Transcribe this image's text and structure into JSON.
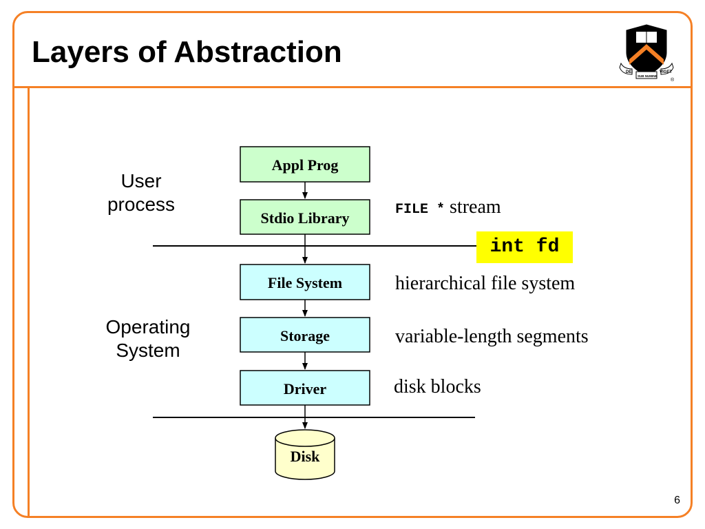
{
  "slide": {
    "title": "Layers of Abstraction",
    "page_number": "6"
  },
  "regions": {
    "user_process": "User\nprocess",
    "operating_system": "Operating\nSystem"
  },
  "layers": [
    {
      "id": "appl-prog",
      "label": "Appl Prog",
      "fill": "#CCFFCC"
    },
    {
      "id": "stdio-library",
      "label": "Stdio Library",
      "fill": "#CCFFCC"
    },
    {
      "id": "file-system",
      "label": "File System",
      "fill": "#CCFFFF"
    },
    {
      "id": "storage",
      "label": "Storage",
      "fill": "#CCFFFF"
    },
    {
      "id": "driver",
      "label": "Driver",
      "fill": "#CCFFFF"
    }
  ],
  "disk": {
    "label": "Disk",
    "fill": "#FFFFCC"
  },
  "annotations": {
    "stream_code": "FILE *",
    "stream_text": "stream",
    "fd": "int fd",
    "file_system": "hierarchical file system",
    "storage": "variable-length segments",
    "driver": "disk blocks"
  },
  "colors": {
    "accent": "#F58025",
    "highlight": "#FFFF00",
    "logo_shield": "#000000"
  },
  "logo": {
    "icon": "princeton-shield-icon",
    "motto_left": "DEI",
    "motto_center": "SUB NUMINE",
    "motto_right": "VIGET"
  }
}
